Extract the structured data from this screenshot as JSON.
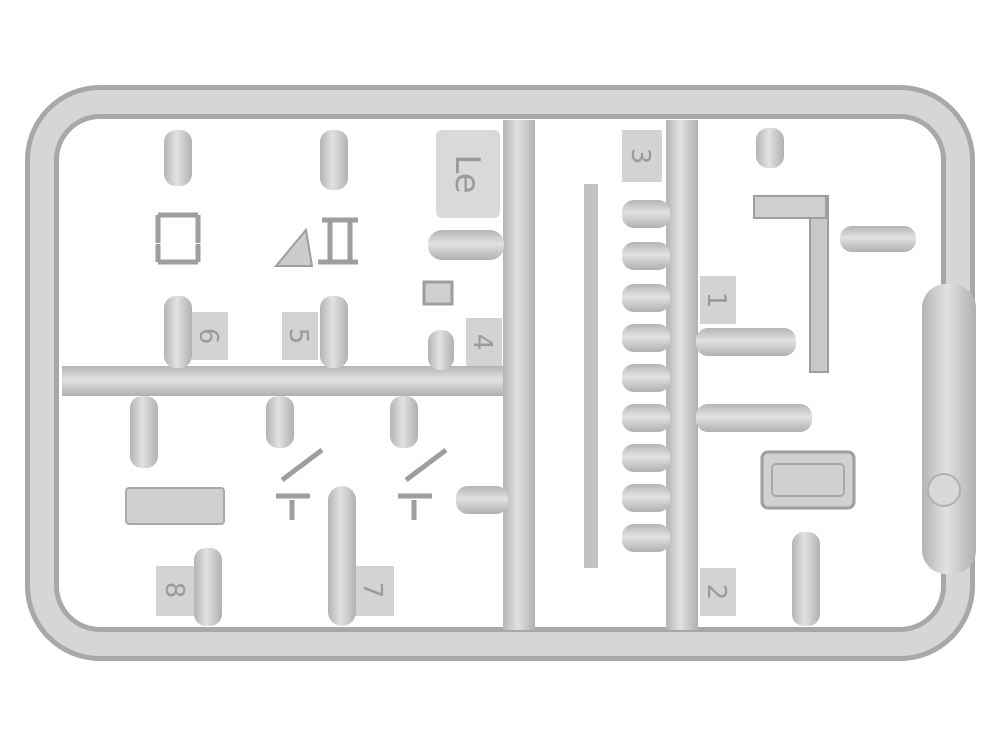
{
  "sprue": {
    "marking": "Le",
    "part_numbers": [
      "1",
      "2",
      "3",
      "4",
      "5",
      "6",
      "7",
      "8"
    ]
  },
  "colors": {
    "plastic": "#cfcfcf",
    "plastic_shadow": "#a9a9a9",
    "plastic_highlight": "#e6e6e6",
    "background": "#ffffff"
  }
}
